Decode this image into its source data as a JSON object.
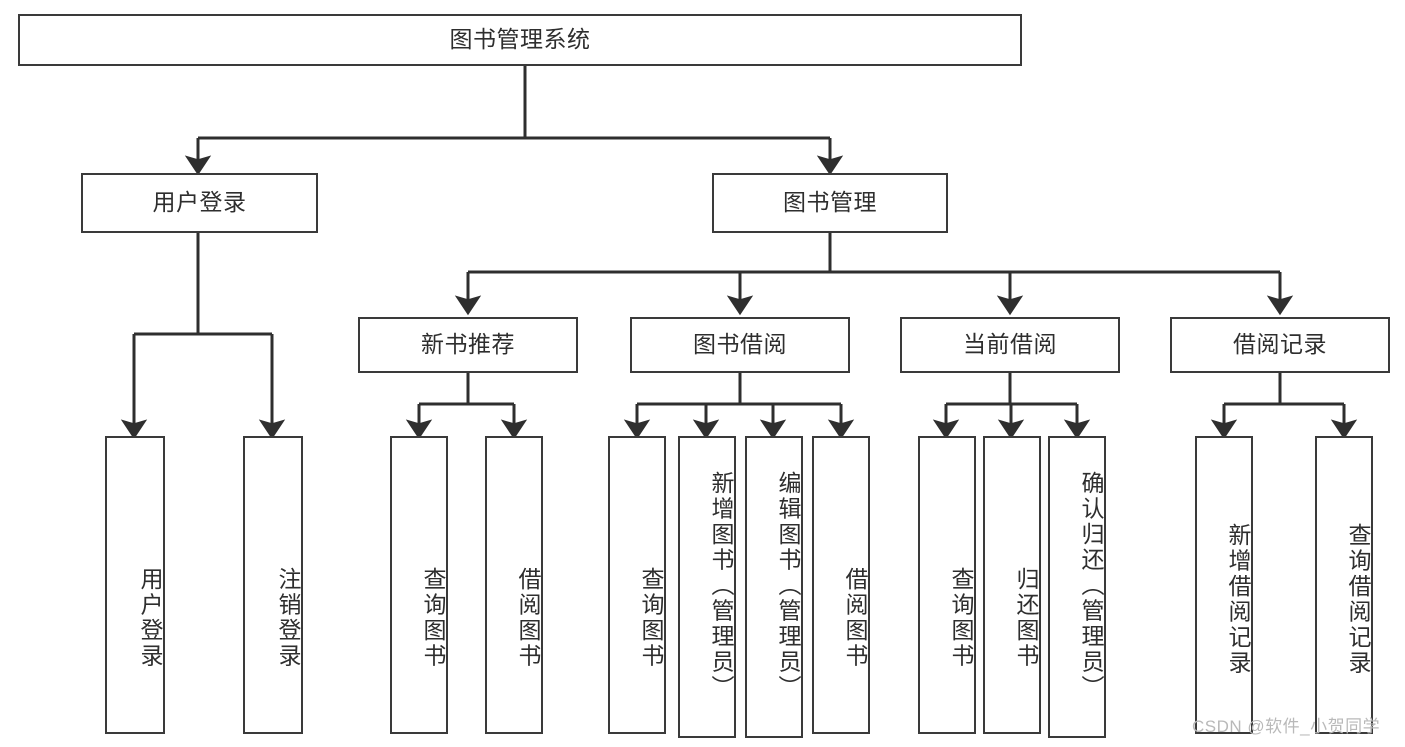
{
  "diagram": {
    "title": "图书管理系统",
    "type": "hierarchy-tree",
    "watermark": "CSDN @软件_小贺同学",
    "colors": {
      "stroke": "#3a3a3a",
      "text": "#2e2e2e",
      "background": "#ffffff",
      "watermark": "#b9b9b9"
    },
    "nodes": {
      "root": {
        "label": "图书管理系统"
      },
      "level2": [
        {
          "label": "用户登录"
        },
        {
          "label": "图书管理"
        }
      ],
      "level3": [
        {
          "label": "新书推荐"
        },
        {
          "label": "图书借阅"
        },
        {
          "label": "当前借阅"
        },
        {
          "label": "借阅记录"
        }
      ],
      "leaves": {
        "user_login": [
          {
            "label": "用户登录"
          },
          {
            "label": "注销登录"
          }
        ],
        "new_book_recommend": [
          {
            "label": "查询图书"
          },
          {
            "label": "借阅图书"
          }
        ],
        "book_borrow": [
          {
            "label": "查询图书"
          },
          {
            "label": "新增图书（管理员）"
          },
          {
            "label": "编辑图书（管理员）"
          },
          {
            "label": "借阅图书"
          }
        ],
        "current_borrow": [
          {
            "label": "查询图书"
          },
          {
            "label": "归还图书"
          },
          {
            "label": "确认归还（管理员）"
          }
        ],
        "borrow_record": [
          {
            "label": "新增借阅记录"
          },
          {
            "label": "查询借阅记录"
          }
        ]
      }
    }
  }
}
